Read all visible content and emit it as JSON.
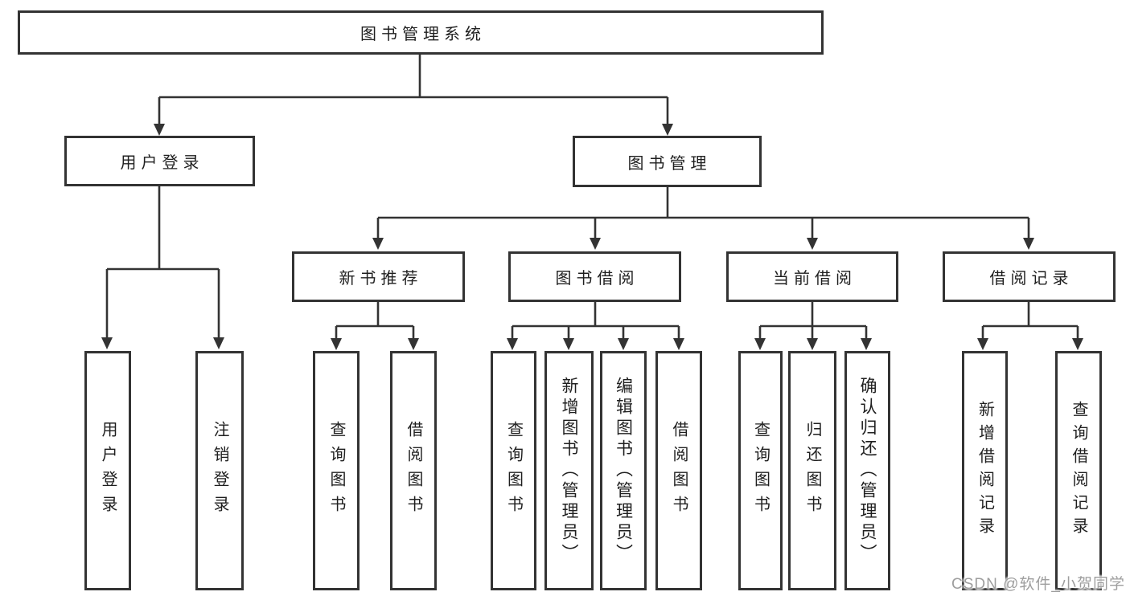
{
  "colors": {
    "line": "#333333",
    "text": "#1f1f1f",
    "background": "#ffffff",
    "watermark": "#9e9e9e"
  },
  "watermark": "CSDN @软件_小贺同学",
  "diagram": {
    "root": {
      "label": "图书管理系统"
    },
    "branches": [
      {
        "label": "用户登录",
        "children": [
          {
            "label": "用户登录"
          },
          {
            "label": "注销登录"
          }
        ]
      },
      {
        "label": "图书管理",
        "children": [
          {
            "label": "新书推荐",
            "children": [
              {
                "label": "查询图书"
              },
              {
                "label": "借阅图书"
              }
            ]
          },
          {
            "label": "图书借阅",
            "children": [
              {
                "label": "查询图书"
              },
              {
                "label": "新增图书（管理员）"
              },
              {
                "label": "编辑图书（管理员）"
              },
              {
                "label": "借阅图书"
              }
            ]
          },
          {
            "label": "当前借阅",
            "children": [
              {
                "label": "查询图书"
              },
              {
                "label": "归还图书"
              },
              {
                "label": "确认归还（管理员）"
              }
            ]
          },
          {
            "label": "借阅记录",
            "children": [
              {
                "label": "新增借阅记录"
              },
              {
                "label": "查询借阅记录"
              }
            ]
          }
        ]
      }
    ]
  }
}
